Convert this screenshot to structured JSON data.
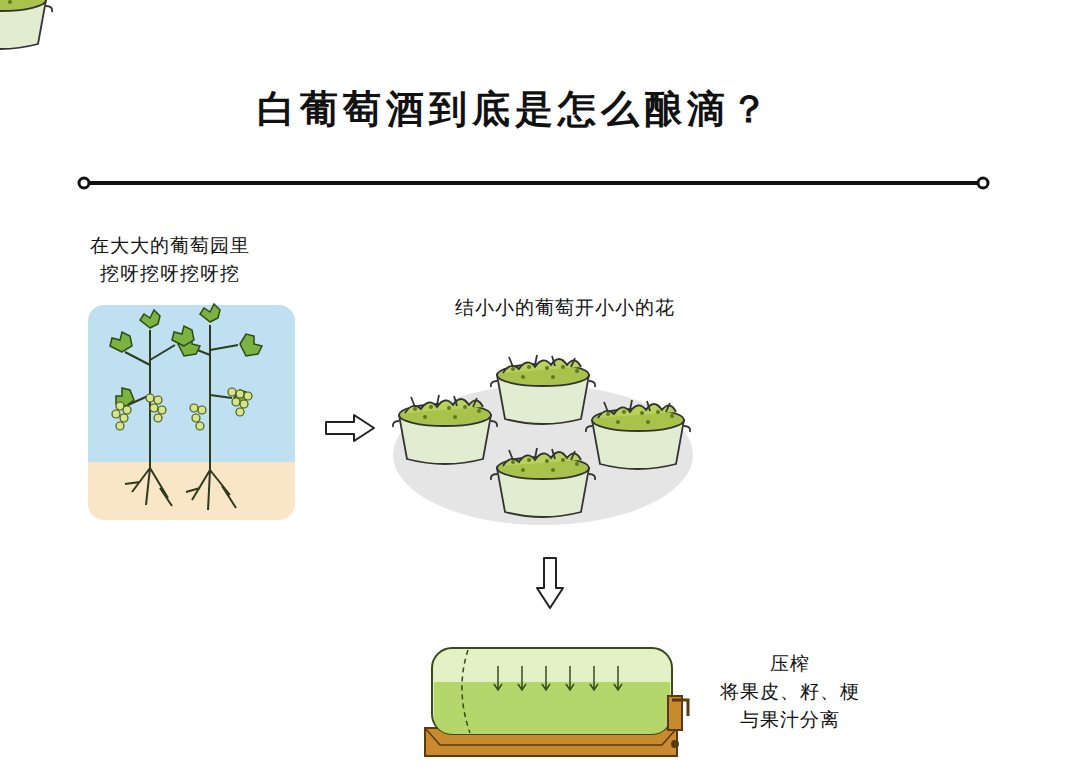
{
  "diagram": {
    "title": "白葡萄酒到底是怎么酿滴？",
    "nodes": [
      {
        "text": [
          "在大大的葡萄园里 挖呀挖呀挖呀挖"
        ]
      },
      {
        "text": [
          "结小小的葡萄开小小的花"
        ]
      },
      {
        "text": [
          "压榨",
          "将果皮、籽、梗 与果汁分离"
        ]
      }
    ],
    "edges": [
      {
        "from": 0,
        "to": 1,
        "arrow": "to"
      },
      {
        "from": 1,
        "to": 2,
        "arrow": "to"
      }
    ]
  }
}
